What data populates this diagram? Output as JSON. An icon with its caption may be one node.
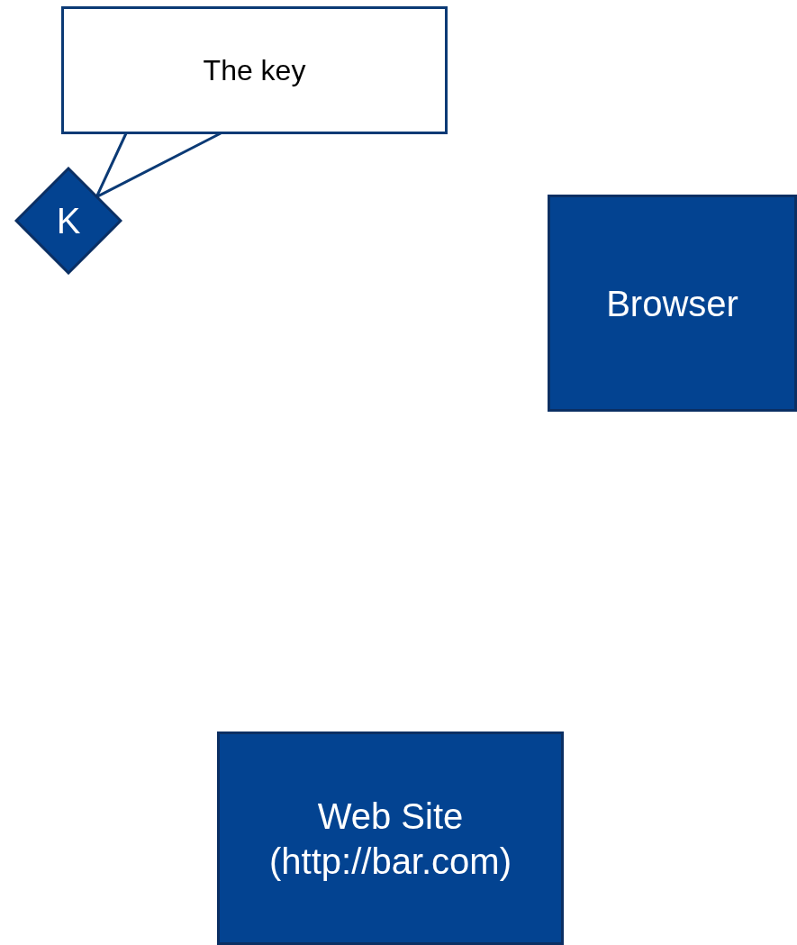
{
  "diagram": {
    "nodes": [
      {
        "text": [
          "The key"
        ]
      },
      {
        "text": [
          "K"
        ]
      },
      {
        "text": [
          "Browser"
        ]
      },
      {
        "text": [
          "Web Site (http://bar.com)"
        ]
      }
    ],
    "edges": [
      {
        "from": 0,
        "to": 1,
        "arrow": "none"
      }
    ]
  }
}
